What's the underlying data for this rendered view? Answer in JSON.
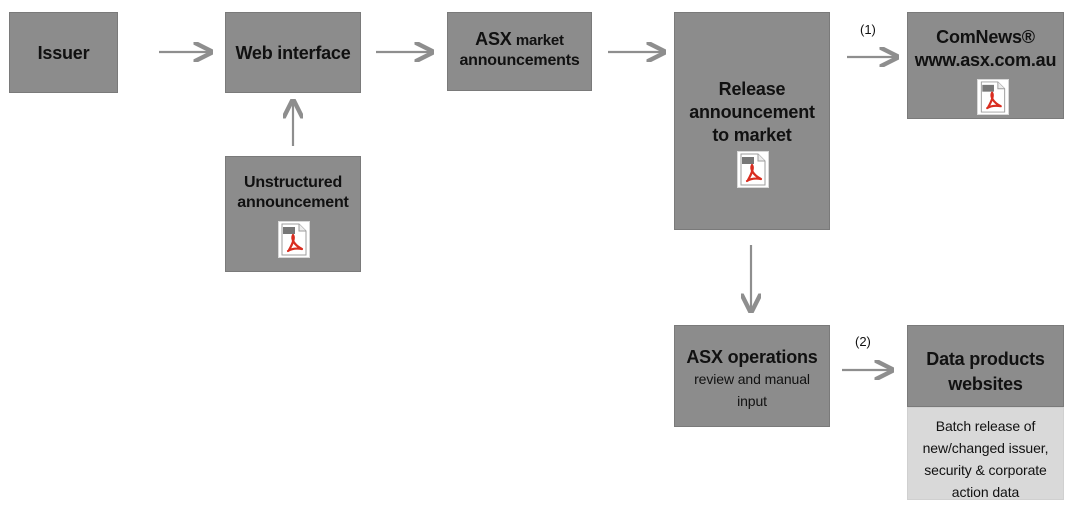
{
  "nodes": {
    "issuer": "Issuer",
    "web_interface": "Web interface",
    "asx_market": {
      "asx": "ASX",
      "market": "market",
      "announcements": "announcements"
    },
    "release": {
      "line1": "Release",
      "line2": "announcement",
      "line3": "to market"
    },
    "unstructured": {
      "line1": "Unstructured",
      "line2": "announcement"
    },
    "comnews": {
      "line1": "ComNews®",
      "line2": "www.asx.com.au"
    },
    "asx_operations": {
      "line1": "ASX operations",
      "line2": "review and manual",
      "line3": "input"
    },
    "data_products": {
      "line1": "Data products",
      "line2": "websites",
      "line3": "Batch release of",
      "line4": "new/changed issuer,",
      "line5": "security & corporate",
      "line6": "action data"
    }
  },
  "labels": {
    "one": "(1)",
    "two": "(2)"
  },
  "icons": {
    "pdf": "pdf-document-icon"
  },
  "colors": {
    "box": "#8c8c8c",
    "light_box": "#d9d9d9",
    "arrow": "#8e8e8e",
    "text": "#111111",
    "pdf_red": "#d92d20"
  }
}
